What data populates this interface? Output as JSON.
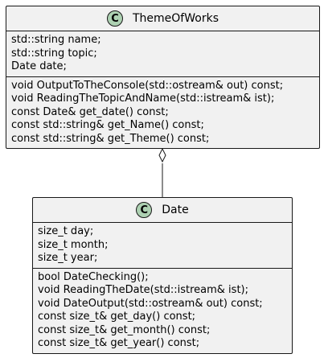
{
  "classes": [
    {
      "name": "ThemeOfWorks",
      "icon_letter": "C",
      "fields": [
        "std::string name;",
        "std::string topic;",
        "Date date;"
      ],
      "methods": [
        "void OutputToTheConsole(std::ostream& out) const;",
        "void ReadingTheTopicAndName(std::istream& ist);",
        "const Date& get_date() const;",
        "const std::string& get_Name() const;",
        "const std::string& get_Theme() const;"
      ]
    },
    {
      "name": "Date",
      "icon_letter": "C",
      "fields": [
        "size_t day;",
        "size_t month;",
        "size_t year;"
      ],
      "methods": [
        "bool DateChecking();",
        "void ReadingTheDate(std::istream& ist);",
        "void DateOutput(std::ostream& out) const;",
        "const size_t& get_day() const;",
        "const size_t& get_month() const;",
        "const size_t& get_year() const;"
      ]
    }
  ],
  "relations": [
    {
      "from": "ThemeOfWorks",
      "to": "Date",
      "type": "aggregation"
    }
  ],
  "colors": {
    "box_fill": "#f1f1f1",
    "border": "#181818",
    "class_icon": "#add1b2"
  }
}
